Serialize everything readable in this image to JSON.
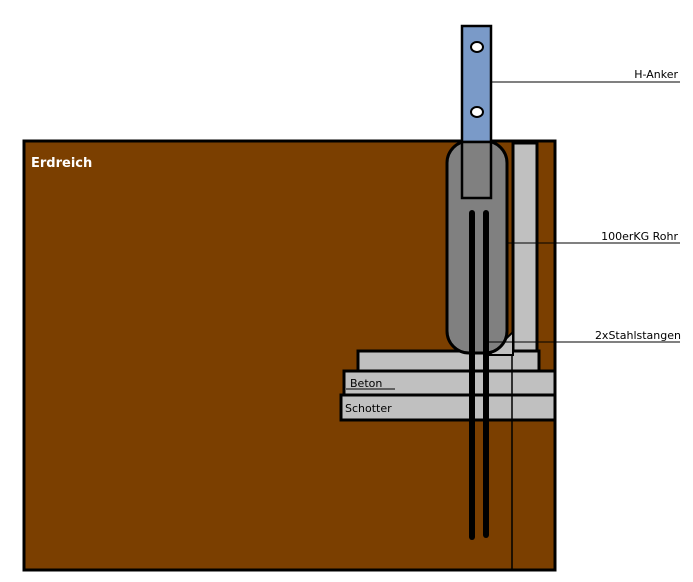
{
  "labels": {
    "earth": "Erdreich",
    "h_anchor": "H-Anker",
    "pipe": "100erKG Rohr",
    "rods": "2xStahlstangen",
    "concrete": "Beton",
    "gravel": "Schotter"
  },
  "colors": {
    "earth": "#7b3f00",
    "concrete": "#c0c0c0",
    "pipe": "#808080",
    "anchor": "#7a9ac8",
    "outline": "#000000",
    "leader": "#000000"
  }
}
